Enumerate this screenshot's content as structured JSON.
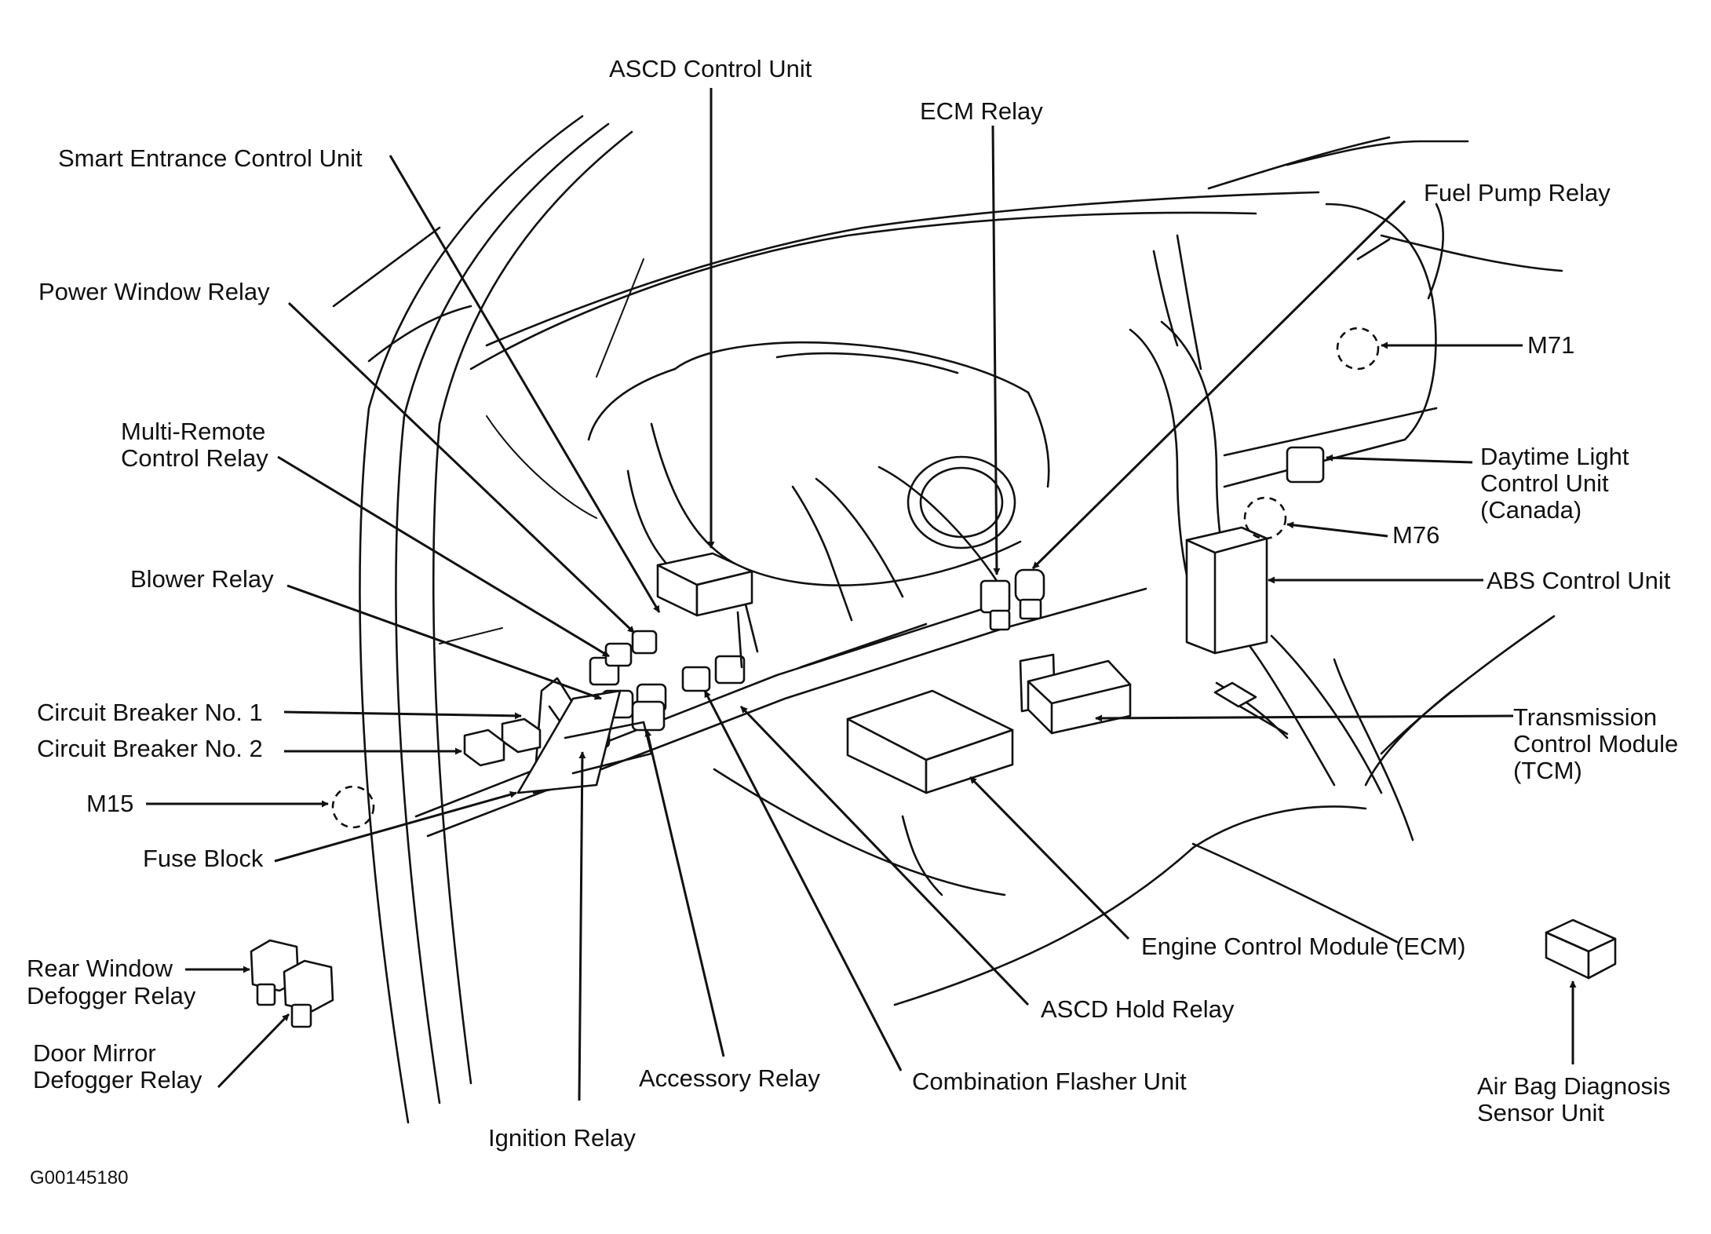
{
  "figure_code": "G00145180",
  "labels": {
    "ascd_control_unit": "ASCD Control Unit",
    "smart_entrance_control_unit": "Smart Entrance Control Unit",
    "ecm_relay": "ECM Relay",
    "fuel_pump_relay": "Fuel Pump Relay",
    "power_window_relay": "Power Window Relay",
    "m71": "M71",
    "multi_remote_control_relay": [
      "Multi-Remote",
      "Control Relay"
    ],
    "daytime_light_control_unit": [
      "Daytime Light",
      "Control Unit",
      "(Canada)"
    ],
    "m76": "M76",
    "blower_relay": "Blower Relay",
    "abs_control_unit": "ABS Control Unit",
    "circuit_breaker_no_1": "Circuit Breaker No. 1",
    "circuit_breaker_no_2": "Circuit Breaker No. 2",
    "transmission_control_module": [
      "Transmission",
      "Control Module",
      "(TCM)"
    ],
    "m15": "M15",
    "fuse_block": "Fuse Block",
    "engine_control_module": "Engine Control Module (ECM)",
    "rear_window_defogger_relay": [
      "Rear Window",
      "Defogger Relay"
    ],
    "ascd_hold_relay": "ASCD Hold Relay",
    "air_bag_diagnosis_sensor_unit": [
      "Air Bag Diagnosis",
      "Sensor Unit"
    ],
    "door_mirror_defogger_relay": [
      "Door Mirror",
      "Defogger Relay"
    ],
    "accessory_relay": "Accessory Relay",
    "combination_flasher_unit": "Combination Flasher Unit",
    "ignition_relay": "Ignition Relay"
  }
}
